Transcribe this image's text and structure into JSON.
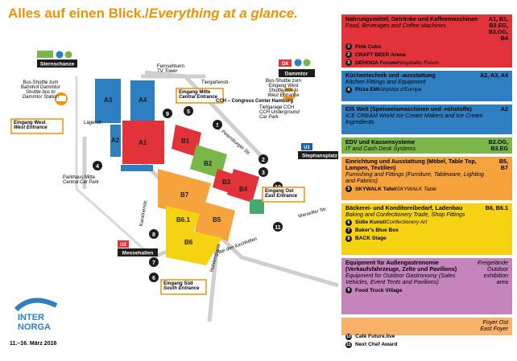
{
  "title": {
    "de": "Alles auf einen Blick./",
    "en": "Everything at a glance."
  },
  "colors": {
    "orange": "#f39200",
    "red": "#e2333a",
    "blue": "#2e7fc1",
    "green": "#7ab648",
    "light_orange": "#f7a33d",
    "yellow": "#f5d313",
    "purple": "#c584bc",
    "peach": "#f8b26a",
    "stephan_blue": "#1d5fa6",
    "dammtor_red": "#e2333a"
  },
  "halls": [
    "A1",
    "A2",
    "A3",
    "A4",
    "B1",
    "B2",
    "B3",
    "B4",
    "B5",
    "B6",
    "B6.1",
    "B7"
  ],
  "stations": {
    "sternschanze": "Sternschanze",
    "dammtor": "Dammtor",
    "stephansplatz": "Stephansplatz",
    "messehallen": "Messehallen",
    "d_badge": "D8",
    "u1": "U1",
    "u2": "U2",
    "s_badge": "S",
    "taxi": "TAXI"
  },
  "map_labels": {
    "shuttle_dammtor": [
      "Bus-Shuttle zum",
      "Bahnhof Dammtor",
      "Shuttle bus to",
      "Dammtor Station"
    ],
    "shuttle_west": [
      "Bus-Shuttle zum",
      "Eingang West",
      "Shuttle bus to",
      "West Entrance"
    ],
    "tv_tower": [
      "Fernsehturm",
      "TV Tower"
    ],
    "tiergarten": "Tiergartenstr.",
    "marseiller": "Marseiller Str.",
    "stpetersburger": "St. Petersburger Str.",
    "karolinenstr": "Karolinenstr.",
    "lagerstr": "Lagerstr.",
    "bei_den_kirchhoefen": "Bei den Kirchhöfen",
    "holstenglacis": "Holstenglacis",
    "cch": "CCH – Congress Center Hamburg",
    "cch_garage": [
      "Tiefgarage CCH",
      "CCH Underground",
      "Car Park"
    ],
    "parkhaus": [
      "Parkhaus Mitte",
      "Central Car Park"
    ],
    "eingang_west": [
      "Eingang West",
      "West Entrance"
    ],
    "eingang_mitte": [
      "Eingang Mitte",
      "Central Entrance"
    ],
    "eingang_ost": [
      "Eingang Ost",
      "East Entrance"
    ],
    "eingang_sued": [
      "Eingang Süd",
      "South Entrance"
    ]
  },
  "markers": [
    "1",
    "2",
    "3",
    "4",
    "5",
    "6",
    "7",
    "8",
    "9",
    "10",
    "11"
  ],
  "legend": [
    {
      "color": "#e2333a",
      "text_color": "#000",
      "head": "Nahrungsmittel, Getränke und Kaffeemaschinen",
      "tr": "Food, Beverages and Coffee Machines",
      "halls": "A1, B1,\nB2.EG,\nB3.OG,\nB4",
      "items": [
        {
          "n": "1",
          "t": "Pink Cube",
          "t2": ""
        },
        {
          "n": "2",
          "t": "CRAFT BEER Arena",
          "t2": ""
        },
        {
          "n": "3",
          "t": "DEHOGA Forum/",
          "t2": "Hospitality Forum"
        }
      ]
    },
    {
      "color": "#2e7fc1",
      "text_color": "#000",
      "head": "Küchentechnik und -ausstattung",
      "tr": "Kitchen Fittings and Equipment",
      "halls": "A2, A3, A4",
      "items": [
        {
          "n": "4",
          "t": "Pizza EM/",
          "t2": "Girpizza d'Europa"
        }
      ]
    },
    {
      "color": "#2e7fc1",
      "text_color": "#000",
      "head": "EIS Welt (Speiseeismaschinen und -rohstoffe)",
      "tr": "ICE CREAM World Ice Cream Makers and Ice Cream Ingredients",
      "halls": "A2",
      "items": []
    },
    {
      "color": "#7ab648",
      "text_color": "#000",
      "head": "EDV und Kassensysteme",
      "tr": "IT and Cash Desk Systems",
      "halls": "B2.OG,\nB3.EG",
      "items": []
    },
    {
      "color": "#f7a33d",
      "text_color": "#000",
      "head": "Einrichtung und Ausstattung (Möbel, Table Top, Lampen, Textilien)",
      "tr": "Furnishing and Fittings (Furniture, Tableware, Lighting and Fabrics)",
      "halls": "B5, B7",
      "items": [
        {
          "n": "5",
          "t": "SKYWALK Tafel/",
          "t2": "SKYWALK Table"
        }
      ]
    },
    {
      "color": "#f5d313",
      "text_color": "#000",
      "head": "Bäckerei- und Konditoreibedarf, Ladenbau",
      "tr": "Baking and Confectionery Trade, Shop Fittings",
      "halls": "B6, B6.1",
      "items": [
        {
          "n": "6",
          "t": "Süße Kunst/",
          "t2": "Confectionery Art"
        },
        {
          "n": "7",
          "t": "Baker's Blue Box",
          "t2": ""
        },
        {
          "n": "8",
          "t": "BACK Stage",
          "t2": ""
        }
      ]
    },
    {
      "color": "#c584bc",
      "text_color": "#000",
      "head": "Equipment für Außengastronomie (Verkaufsfahrzeuge, Zelte und Pavillons)",
      "tr": "Equipment for Outdoor Gastronomy (Sales Vehicles, Event Tents and Pavilions)",
      "halls": "Freigelände\nOutdoor\nexhibition\narea",
      "hall_it": true,
      "items": [
        {
          "n": "9",
          "t": "Food Truck Village",
          "t2": ""
        }
      ]
    },
    {
      "color": "#f8b26a",
      "text_color": "#000",
      "head": "",
      "tr": "",
      "halls": "Foyer Ost\nEast Foyer",
      "hall_it": true,
      "items": [
        {
          "n": "10",
          "t": "Café Future.live",
          "t2": ""
        },
        {
          "n": "11",
          "t": "Next Chef Award",
          "t2": ""
        }
      ]
    }
  ],
  "logo": {
    "line1": "INTER",
    "line2": "NORGA"
  },
  "date": "11.–16. März 2016"
}
